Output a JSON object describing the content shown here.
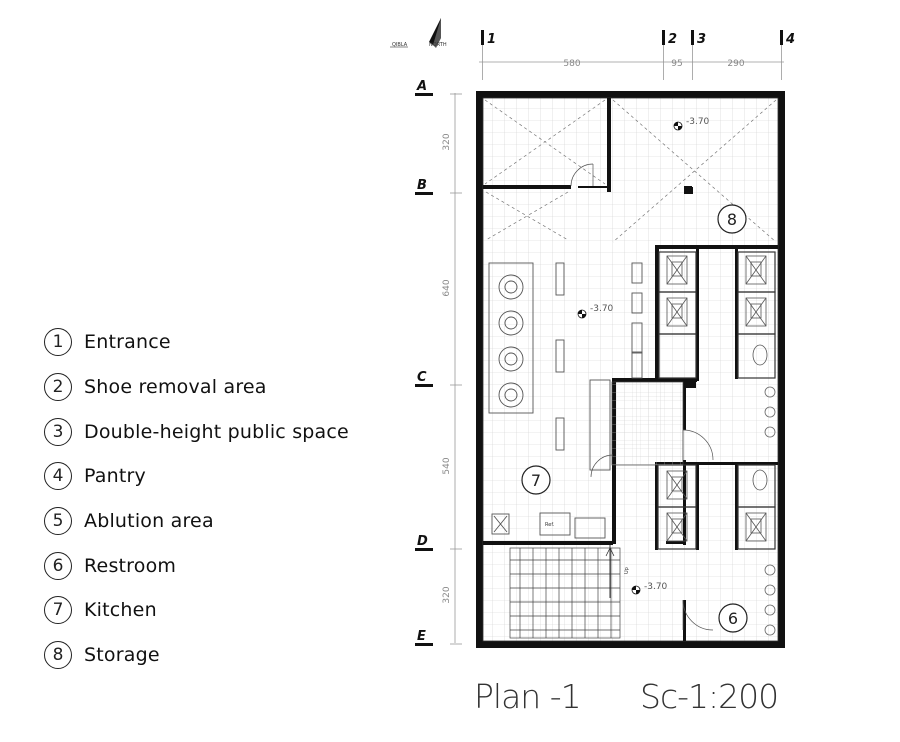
{
  "legend": [
    {
      "number": "1",
      "label": "Entrance"
    },
    {
      "number": "2",
      "label": "Shoe removal area"
    },
    {
      "number": "3",
      "label": "Double-height public space"
    },
    {
      "number": "4",
      "label": "Pantry"
    },
    {
      "number": "5",
      "label": "Ablution area"
    },
    {
      "number": "6",
      "label": "Restroom"
    },
    {
      "number": "7",
      "label": "Kitchen"
    },
    {
      "number": "8",
      "label": "Storage"
    }
  ],
  "plan": {
    "title": "Plan -1",
    "scale": "Sc-1:200",
    "north": {
      "qibla_label": "QIBLA",
      "north_label": "NORTH"
    },
    "grid_columns": [
      "1",
      "2",
      "3",
      "4"
    ],
    "grid_rows": [
      "A",
      "B",
      "C",
      "D",
      "E"
    ],
    "column_dimensions": [
      "580",
      "95",
      "290"
    ],
    "row_dimensions": [
      "320",
      "640",
      "540",
      "320"
    ],
    "levels": [
      "-3.70",
      "-3.70",
      "-3.70"
    ],
    "room_numbers": {
      "storage": "8",
      "kitchen": "7",
      "restroom": "6"
    },
    "labels": {
      "ref": "Ref.",
      "up": "Up"
    }
  }
}
